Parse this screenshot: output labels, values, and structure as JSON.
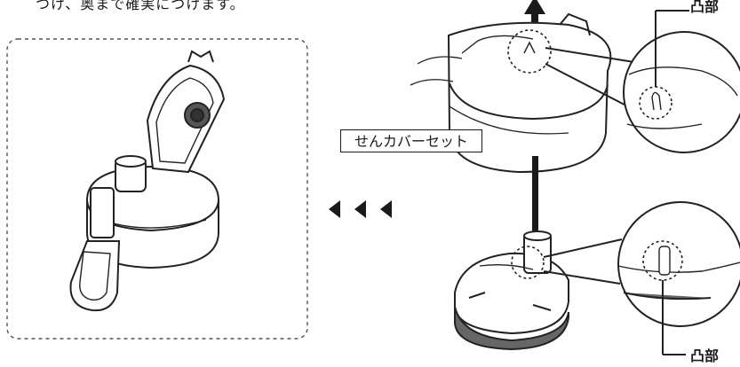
{
  "caption_top": "つけ、奥まで確実につけます。",
  "callout_top": "凸部",
  "callout_bottom": "凸部",
  "part_label": "せんカバーセット",
  "direction_arrows": "◀◀◀"
}
